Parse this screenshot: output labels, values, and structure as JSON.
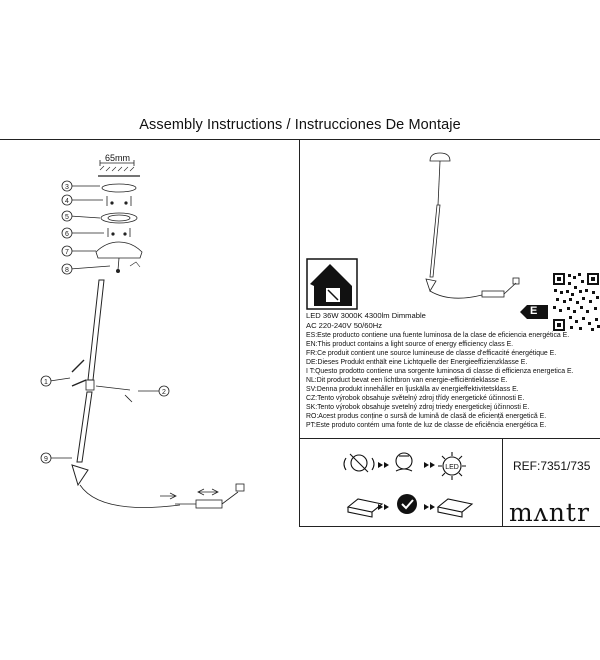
{
  "document": {
    "title": "Assembly Instructions / Instrucciones De Montaje",
    "dimension_label": "65mm",
    "callouts": [
      "1",
      "2",
      "3",
      "4",
      "5",
      "6",
      "7",
      "8",
      "9"
    ],
    "specs": {
      "line1": "LED 36W  3000K  4300lm   Dimmable",
      "line2": "AC 220-240V  50/60Hz"
    },
    "energy_class_label": "E",
    "efficiency_statements": [
      "ES:Este producto contiene una fuente luminosa de la clase de eficiencia energética E.",
      "EN:This product contains a light source of energy efficiency class E.",
      "FR:Ce produit contient une source lumineuse de classe d'efficacité énergétique E.",
      "DE:Dieses Produkt enthält eine Lichtquelle der Energieeffizienzklasse E.",
      "I T:Questo prodotto contiene una sorgente luminosa di classe di efficienza energetica E.",
      "NL:Dit product bevat een lichtbron van energie-efficiëntieklasse E.",
      "SV:Denna produkt innehåller en ljuskälla av energieffektivitetsklass E.",
      "CZ:Tento výrobok obsahuje světelný zdroj třídy energetické účinnosti E.",
      "SK:Tento výrobok obsahuje svetelný zdroj triedy energetickej účinnosti E.",
      "RO:Acest produs conține o sursă de lumină de clasă de eficiență energetică E.",
      "PT:Este produto contém uma fonte de luz de classe de eficiência energética E."
    ],
    "icon_led_label": "LED",
    "reference": "REF:7351/735",
    "brand": "mʌntr"
  }
}
